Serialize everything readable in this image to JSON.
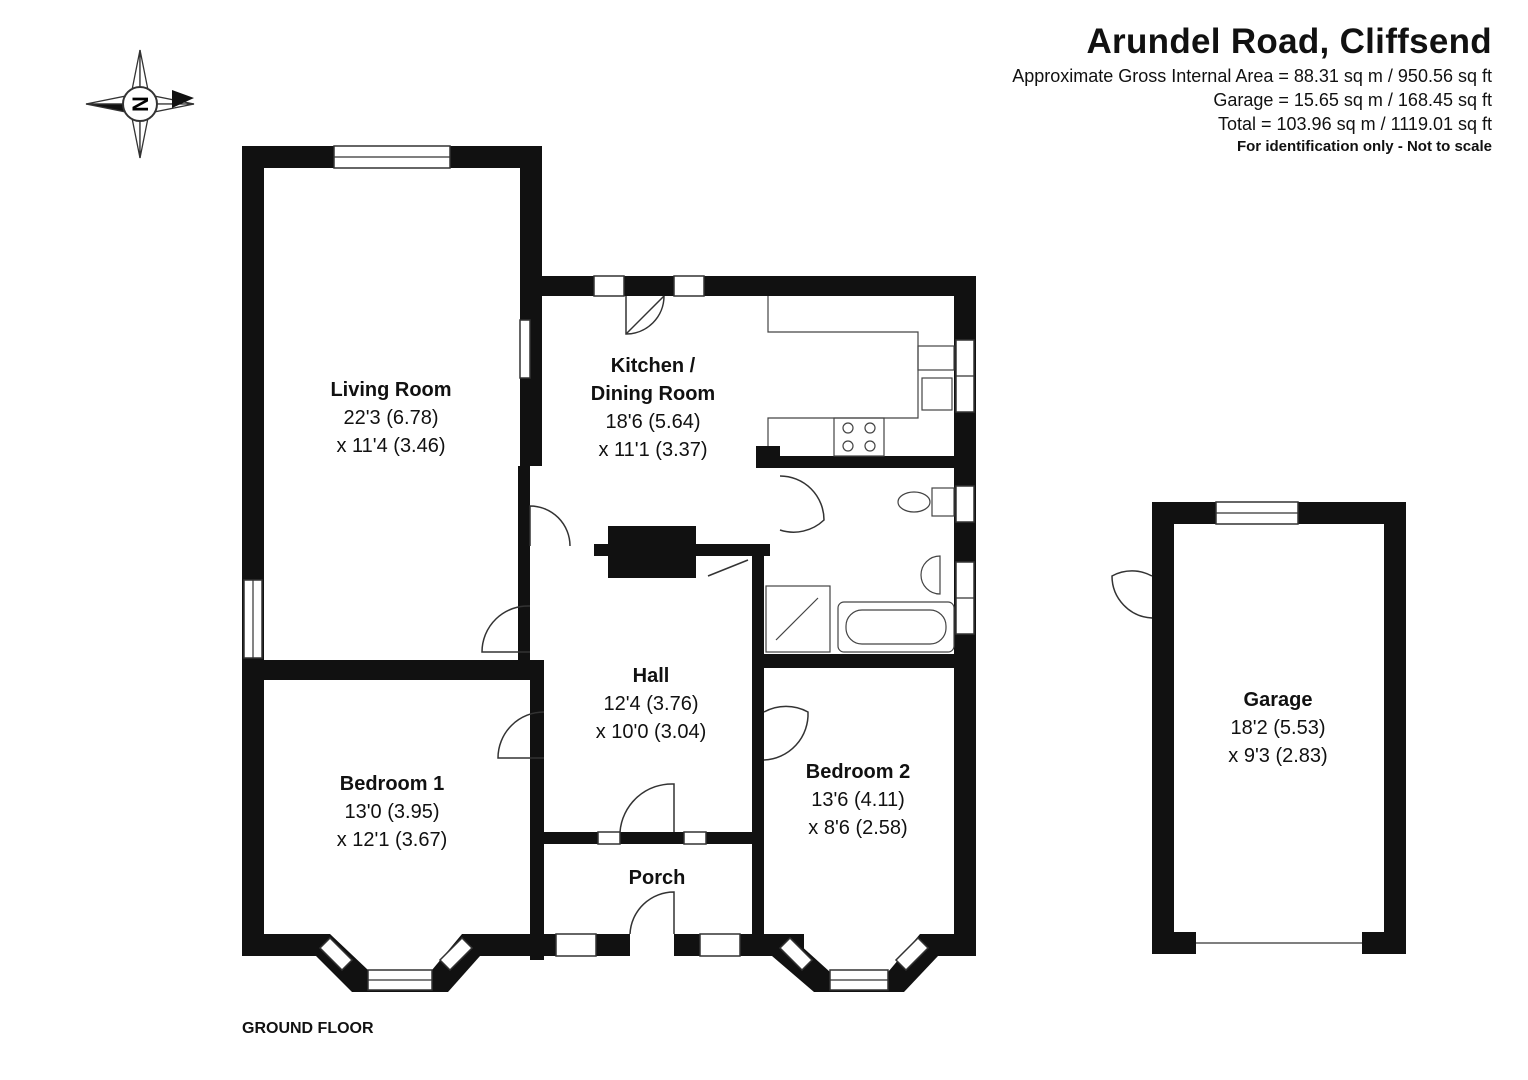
{
  "header": {
    "title": "Arundel Road, Cliffsend",
    "gross_area": "Approximate Gross Internal Area = 88.31 sq m / 950.56 sq ft",
    "garage_area": "Garage = 15.65 sq m / 168.45 sq ft",
    "total_area": "Total = 103.96 sq m / 1119.01 sq ft",
    "disclaimer": "For identification only - Not to scale"
  },
  "compass": {
    "label": "N"
  },
  "floor_label": "GROUND FLOOR",
  "rooms": {
    "living": {
      "name": "Living Room",
      "dim1": "22'3 (6.78)",
      "dim2": "x 11'4 (3.46)"
    },
    "kitchen": {
      "name1": "Kitchen /",
      "name2": "Dining Room",
      "dim1": "18'6 (5.64)",
      "dim2": "x 11'1 (3.37)"
    },
    "hall": {
      "name": "Hall",
      "dim1": "12'4 (3.76)",
      "dim2": "x 10'0 (3.04)"
    },
    "bed1": {
      "name": "Bedroom 1",
      "dim1": "13'0 (3.95)",
      "dim2": "x 12'1 (3.67)"
    },
    "bed2": {
      "name": "Bedroom 2",
      "dim1": "13'6 (4.11)",
      "dim2": "x 8'6 (2.58)"
    },
    "porch": {
      "name": "Porch"
    },
    "garage": {
      "name": "Garage",
      "dim1": "18'2 (5.53)",
      "dim2": "x 9'3 (2.83)"
    }
  }
}
